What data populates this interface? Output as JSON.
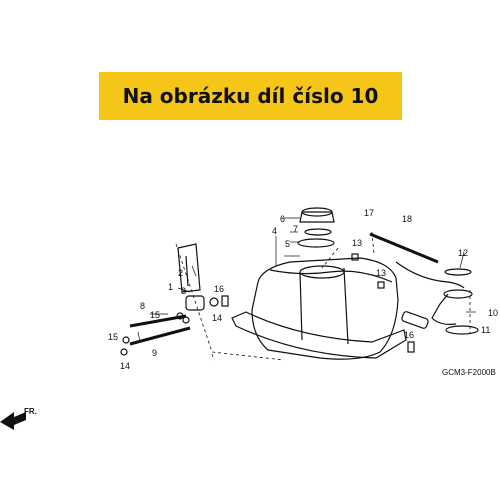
{
  "banner": {
    "text": "Na obrázku díl číslo 10",
    "background": "#f5c518"
  },
  "diagram": {
    "code": "GCM3-F2000B",
    "direction_label": "FR.",
    "part_labels": [
      "1",
      "2",
      "3",
      "4",
      "5",
      "6",
      "7",
      "8",
      "9",
      "10",
      "11",
      "12",
      "13",
      "13",
      "14",
      "14",
      "15",
      "15",
      "16",
      "16",
      "17",
      "18"
    ]
  }
}
